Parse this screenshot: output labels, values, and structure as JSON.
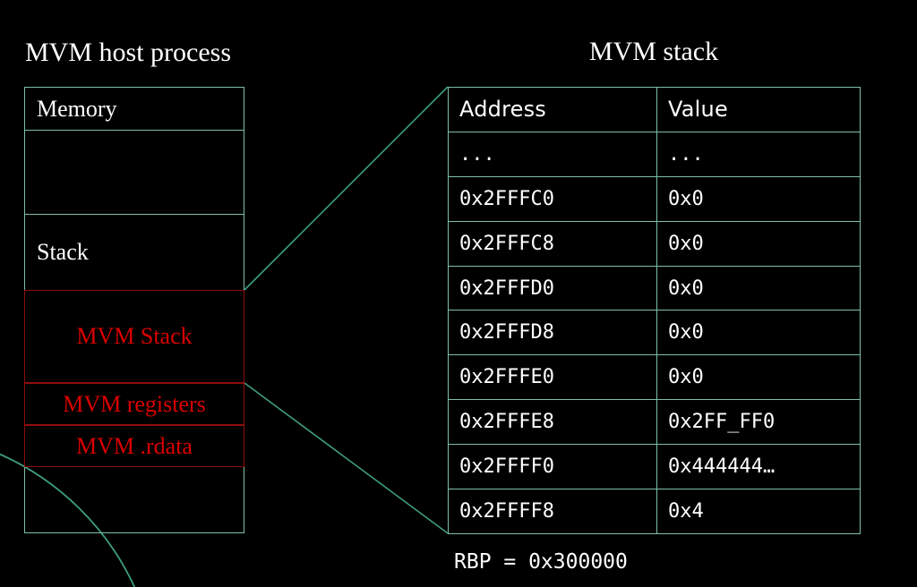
{
  "canvas": {
    "background": "#000000",
    "border_teal": "#7fbfa7",
    "border_red": "#8f0d0d",
    "text_red": "#d90000",
    "text_white": "#ffffff"
  },
  "host_process": {
    "title": "MVM host process",
    "segments": [
      {
        "label": "Memory",
        "style": "white"
      },
      {
        "label": "",
        "style": "white"
      },
      {
        "label": "Stack",
        "style": "white"
      },
      {
        "label": "MVM Stack",
        "style": "red"
      },
      {
        "label": "MVM registers",
        "style": "red"
      },
      {
        "label": "MVM .rdata",
        "style": "red"
      },
      {
        "label": "",
        "style": "white"
      }
    ]
  },
  "mvm_stack": {
    "title": "MVM stack",
    "columns": [
      "Address",
      "Value"
    ],
    "rows": [
      {
        "address": "...",
        "value": "..."
      },
      {
        "address": "0x2FFFC0",
        "value": "0x0"
      },
      {
        "address": "0x2FFFC8",
        "value": "0x0"
      },
      {
        "address": "0x2FFFD0",
        "value": "0x0"
      },
      {
        "address": "0x2FFFD8",
        "value": "0x0"
      },
      {
        "address": "0x2FFFE0",
        "value": "0x0"
      },
      {
        "address": "0x2FFFE8",
        "value": "0x2FF_FF0"
      },
      {
        "address": "0x2FFFF0",
        "value": "0x444444…"
      },
      {
        "address": "0x2FFFF8",
        "value": "0x4"
      }
    ],
    "footer": "RBP = 0x300000"
  }
}
